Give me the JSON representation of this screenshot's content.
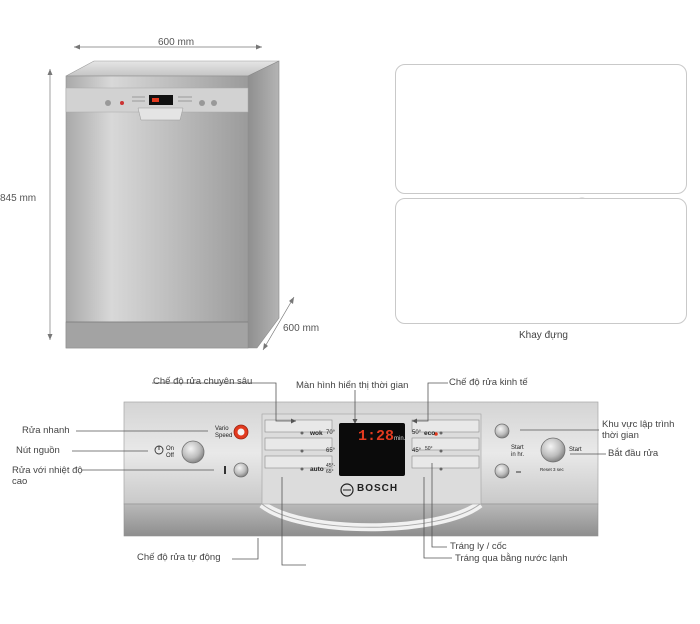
{
  "dimensions": {
    "width_label": "600 mm",
    "height_label": "845 mm",
    "depth_label": "600 mm"
  },
  "rack_caption": "Khay đựng",
  "panel": {
    "display_time": "1:28",
    "display_unit": "min.",
    "brand": "BOSCH",
    "varioSpeed": "Vario\nSpeed",
    "onoff": "On\nOff",
    "wok": "wok",
    "wok_temp": "70°",
    "mid_temp": "65°",
    "auto": "auto",
    "auto_temp": "45°-\n65°",
    "eco_temp": "50°",
    "eco": "eco",
    "low_temp": "45°",
    "low_temp2": "50°",
    "start_in": "Start\nin hr.",
    "start": "Start",
    "reset": "Reset 3 sec"
  },
  "labels": {
    "special_mode": "Chế độ rửa chuyên sâu",
    "display": "Màn hình hiển thị thời gian",
    "eco_mode": "Chế độ rửa kinh tế",
    "quick_wash": "Rửa nhanh",
    "power": "Nút nguồn",
    "high_temp": "Rửa với nhiệt độ\ncao",
    "timer_area": "Khu vực lập trình\nthời gian",
    "start_wash": "Bắt đầu rửa",
    "auto_mode": "Chế độ rửa tự động",
    "glass_rinse": "Tráng ly / cốc",
    "cold_rinse": "Tráng qua bằng nước lạnh"
  },
  "colors": {
    "steel": "#c8c8c8",
    "steel_dark": "#9e9e9e",
    "display_red": "#e23a1f",
    "label_line": "#444444",
    "rack_blue": "#2e6fa6"
  }
}
